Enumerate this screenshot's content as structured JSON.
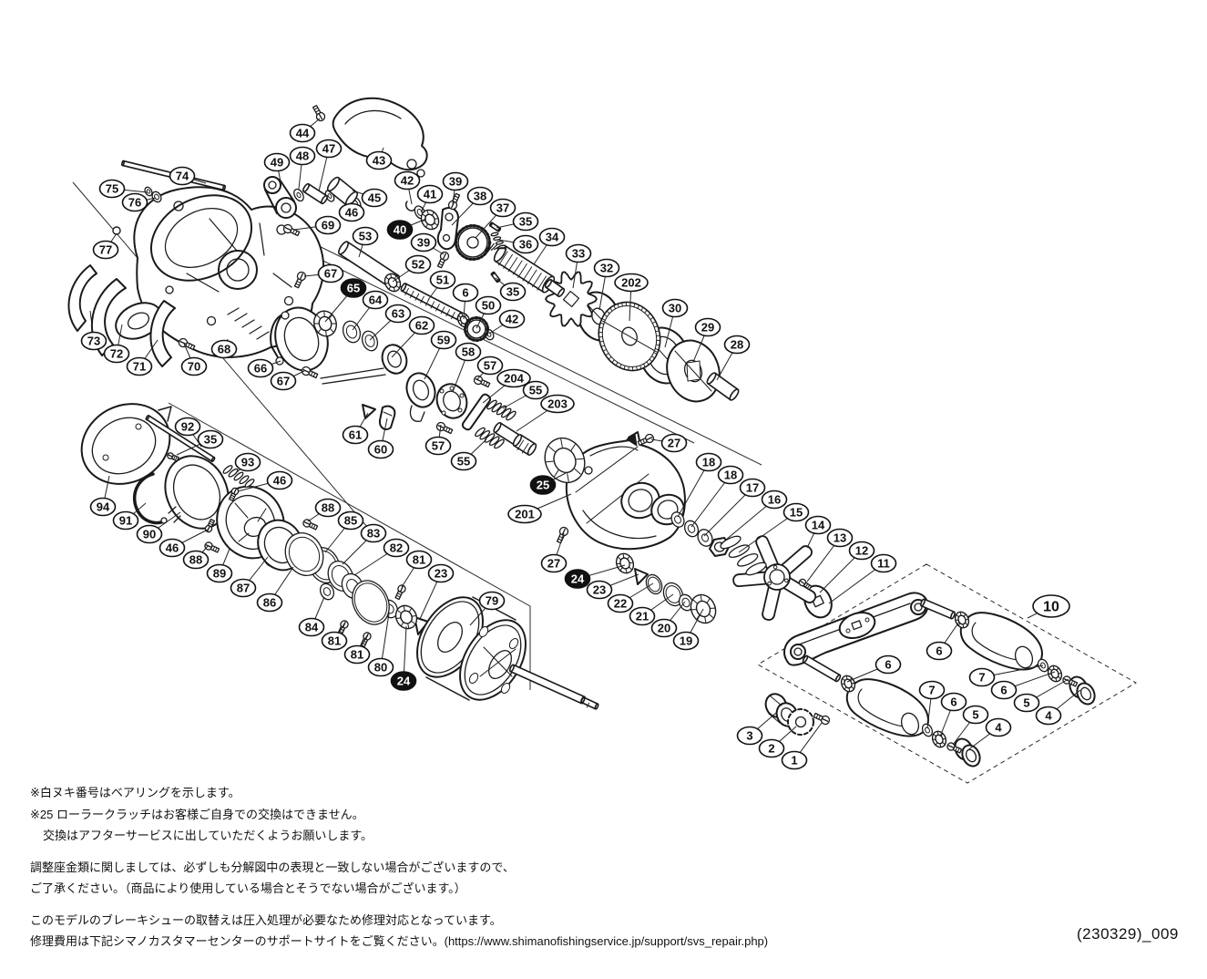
{
  "colors": {
    "background": "#ffffff",
    "line": "#1a1a1a",
    "callout_black_fill": "#111111"
  },
  "diagram": {
    "description": "exploded-parts-diagram-baitcast-reel",
    "callouts": [
      [
        "74",
        200,
        193,
        226,
        201,
        "w"
      ],
      [
        "75",
        123,
        207,
        162,
        211,
        "w"
      ],
      [
        "76",
        148,
        222,
        171,
        217,
        "w"
      ],
      [
        "77",
        116,
        274,
        128,
        256,
        "w"
      ],
      [
        "73",
        103,
        374,
        99,
        341,
        "w"
      ],
      [
        "72",
        128,
        388,
        134,
        356,
        "w"
      ],
      [
        "71",
        153,
        402,
        173,
        373,
        "w"
      ],
      [
        "70",
        213,
        402,
        202,
        377,
        "w"
      ],
      [
        "68",
        246,
        383,
        250,
        372,
        "w"
      ],
      [
        "66",
        286,
        404,
        308,
        396,
        "w"
      ],
      [
        "67",
        311,
        418,
        334,
        407,
        "w"
      ],
      [
        "44",
        332,
        146,
        351,
        130,
        "w"
      ],
      [
        "49",
        304,
        178,
        308,
        200,
        "w"
      ],
      [
        "48",
        332,
        171,
        328,
        207,
        "w"
      ],
      [
        "47",
        361,
        163,
        350,
        210,
        "w"
      ],
      [
        "43",
        416,
        176,
        421,
        162,
        "w"
      ],
      [
        "45",
        411,
        217,
        387,
        209,
        "w"
      ],
      [
        "46",
        386,
        233,
        385,
        222,
        "w"
      ],
      [
        "69",
        360,
        247,
        323,
        252,
        "w"
      ],
      [
        "42",
        447,
        198,
        452,
        224,
        "w"
      ],
      [
        "41",
        472,
        213,
        462,
        233,
        "w"
      ],
      [
        "39",
        500,
        199,
        497,
        224,
        "w"
      ],
      [
        "38",
        527,
        215,
        496,
        247,
        "w"
      ],
      [
        "37",
        552,
        228,
        522,
        261,
        "w"
      ],
      [
        "35",
        577,
        243,
        545,
        250,
        "w"
      ],
      [
        "36",
        577,
        268,
        547,
        263,
        "w"
      ],
      [
        "34",
        606,
        260,
        586,
        290,
        "w"
      ],
      [
        "40",
        439,
        252,
        468,
        240,
        "b"
      ],
      [
        "39",
        465,
        266,
        487,
        279,
        "w"
      ],
      [
        "33",
        635,
        278,
        629,
        316,
        "w"
      ],
      [
        "32",
        666,
        294,
        658,
        340,
        "w"
      ],
      [
        "202",
        693,
        310,
        691,
        352,
        "w"
      ],
      [
        "30",
        741,
        338,
        730,
        381,
        "w"
      ],
      [
        "29",
        777,
        359,
        761,
        397,
        "w"
      ],
      [
        "28",
        809,
        378,
        787,
        417,
        "w"
      ],
      [
        "53",
        401,
        259,
        394,
        282,
        "w"
      ],
      [
        "52",
        459,
        290,
        431,
        309,
        "w"
      ],
      [
        "51",
        486,
        307,
        470,
        329,
        "w"
      ],
      [
        "6",
        511,
        321,
        509,
        350,
        "w"
      ],
      [
        "50",
        536,
        335,
        523,
        360,
        "w"
      ],
      [
        "42",
        562,
        350,
        537,
        366,
        "w"
      ],
      [
        "35",
        563,
        320,
        544,
        305,
        "w"
      ],
      [
        "67",
        363,
        300,
        334,
        303,
        "w"
      ],
      [
        "65",
        388,
        316,
        357,
        353,
        "b"
      ],
      [
        "64",
        412,
        329,
        387,
        362,
        "w"
      ],
      [
        "63",
        437,
        344,
        406,
        373,
        "w"
      ],
      [
        "62",
        463,
        357,
        430,
        392,
        "w"
      ],
      [
        "59",
        487,
        373,
        466,
        416,
        "w"
      ],
      [
        "58",
        514,
        386,
        497,
        430,
        "w"
      ],
      [
        "57",
        538,
        401,
        524,
        416,
        "w"
      ],
      [
        "204",
        564,
        415,
        530,
        442,
        "w"
      ],
      [
        "55",
        588,
        428,
        552,
        448,
        "w"
      ],
      [
        "203",
        612,
        443,
        567,
        473,
        "w"
      ],
      [
        "61",
        390,
        477,
        404,
        453,
        "w"
      ],
      [
        "60",
        418,
        493,
        425,
        459,
        "w"
      ],
      [
        "57",
        481,
        489,
        484,
        466,
        "w"
      ],
      [
        "55",
        509,
        506,
        534,
        482,
        "w"
      ],
      [
        "92",
        206,
        468,
        221,
        490,
        "w"
      ],
      [
        "35",
        231,
        482,
        194,
        499,
        "w"
      ],
      [
        "93",
        272,
        507,
        259,
        519,
        "w"
      ],
      [
        "46",
        307,
        527,
        261,
        539,
        "w"
      ],
      [
        "94",
        113,
        556,
        120,
        522,
        "w"
      ],
      [
        "91",
        138,
        571,
        160,
        552,
        "w"
      ],
      [
        "90",
        164,
        586,
        198,
        562,
        "w"
      ],
      [
        "46",
        189,
        601,
        228,
        581,
        "w"
      ],
      [
        "88",
        215,
        614,
        229,
        598,
        "w"
      ],
      [
        "89",
        241,
        629,
        252,
        602,
        "w"
      ],
      [
        "87",
        267,
        645,
        294,
        611,
        "w"
      ],
      [
        "86",
        296,
        661,
        322,
        622,
        "w"
      ],
      [
        "88",
        360,
        557,
        338,
        572,
        "w"
      ],
      [
        "85",
        385,
        571,
        357,
        606,
        "w"
      ],
      [
        "83",
        410,
        585,
        376,
        619,
        "w"
      ],
      [
        "82",
        435,
        601,
        389,
        631,
        "w"
      ],
      [
        "81",
        460,
        614,
        441,
        644,
        "w"
      ],
      [
        "23",
        484,
        629,
        461,
        679,
        "w"
      ],
      [
        "84",
        342,
        688,
        356,
        655,
        "w"
      ],
      [
        "81",
        367,
        703,
        378,
        684,
        "w"
      ],
      [
        "81",
        392,
        718,
        403,
        697,
        "w"
      ],
      [
        "80",
        418,
        732,
        427,
        673,
        "w"
      ],
      [
        "24",
        443,
        747,
        446,
        687,
        "b"
      ],
      [
        "79",
        540,
        659,
        516,
        686,
        "w"
      ],
      [
        "27",
        740,
        486,
        715,
        482,
        "w"
      ],
      [
        "25",
        596,
        532,
        621,
        519,
        "b"
      ],
      [
        "201",
        576,
        564,
        627,
        542,
        "w"
      ],
      [
        "27",
        608,
        618,
        619,
        585,
        "w"
      ],
      [
        "24",
        634,
        635,
        686,
        620,
        "b"
      ],
      [
        "23",
        658,
        647,
        701,
        630,
        "w"
      ],
      [
        "22",
        681,
        662,
        717,
        640,
        "w"
      ],
      [
        "21",
        705,
        676,
        739,
        652,
        "w"
      ],
      [
        "20",
        729,
        689,
        752,
        660,
        "w"
      ],
      [
        "19",
        753,
        703,
        772,
        668,
        "w"
      ],
      [
        "18",
        778,
        507,
        744,
        567,
        "w"
      ],
      [
        "18",
        802,
        521,
        759,
        578,
        "w"
      ],
      [
        "17",
        826,
        535,
        773,
        588,
        "w"
      ],
      [
        "16",
        850,
        548,
        791,
        597,
        "w"
      ],
      [
        "15",
        874,
        562,
        811,
        606,
        "w"
      ],
      [
        "14",
        898,
        576,
        886,
        601,
        "w"
      ],
      [
        "13",
        922,
        590,
        886,
        638,
        "w"
      ],
      [
        "12",
        946,
        604,
        900,
        650,
        "w"
      ],
      [
        "11",
        970,
        618,
        910,
        662,
        "w"
      ],
      [
        "10",
        1154,
        665,
        1128,
        678,
        "L"
      ],
      [
        "6",
        1031,
        714,
        1053,
        682,
        "w"
      ],
      [
        "6",
        975,
        729,
        930,
        748,
        "w"
      ],
      [
        "7",
        1078,
        743,
        1145,
        730,
        "w"
      ],
      [
        "6",
        1102,
        757,
        1158,
        737,
        "w"
      ],
      [
        "5",
        1127,
        771,
        1173,
        745,
        "w"
      ],
      [
        "4",
        1151,
        785,
        1186,
        757,
        "w"
      ],
      [
        "7",
        1023,
        757,
        1018,
        799,
        "w"
      ],
      [
        "6",
        1047,
        770,
        1032,
        808,
        "w"
      ],
      [
        "5",
        1071,
        784,
        1046,
        817,
        "w"
      ],
      [
        "4",
        1096,
        798,
        1061,
        824,
        "w"
      ],
      [
        "3",
        823,
        807,
        852,
        782,
        "w"
      ],
      [
        "2",
        847,
        821,
        874,
        797,
        "w"
      ],
      [
        "1",
        872,
        834,
        902,
        793,
        "w"
      ]
    ]
  },
  "notes": {
    "note_bearing": {
      "line1": "※白ヌキ番号はベアリングを示します。",
      "line2": "※25 ローラークラッチはお客様ご自身での交換はできません。",
      "line3": "交換はアフターサービスに出していただくようお願いします。"
    },
    "note_washers": {
      "line1": "調整座金類に関しましては、必ずしも分解図中の表現と一致しない場合がございますので、",
      "line2": "ご了承ください。（商品により使用している場合とそうでない場合がございます。）"
    },
    "note_brake": {
      "line1": "このモデルのブレーキシューの取替えは圧入処理が必要なため修理対応となっています。",
      "line2": "修理費用は下記シマノカスタマーセンターのサポートサイトをご覧ください。(https://www.shimanofishingservice.jp/support/svs_repair.php)"
    },
    "doc_id": "(230329)_009"
  }
}
